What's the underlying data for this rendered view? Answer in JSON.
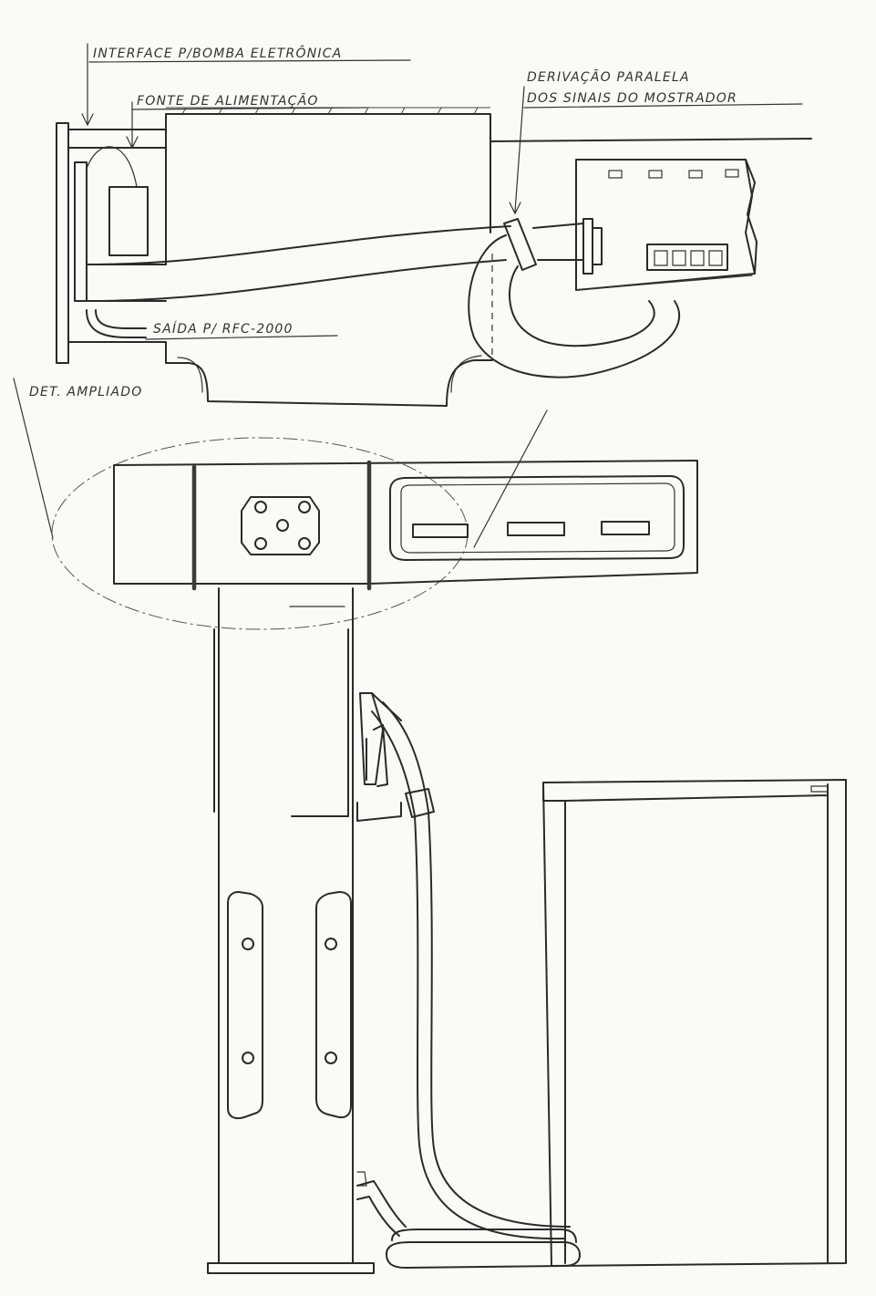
{
  "labels": {
    "interface": "INTERFACE P/BOMBA ELETRÔNICA",
    "power_supply": "FONTE DE ALIMENTAÇÃO",
    "derivation_line1": "DERIVAÇÃO PARALELA",
    "derivation_line2": "DOS SINAIS DO MOSTRADOR",
    "output": "SAÍDA P/ RFC-2000",
    "detail": "DET. AMPLIADO"
  }
}
